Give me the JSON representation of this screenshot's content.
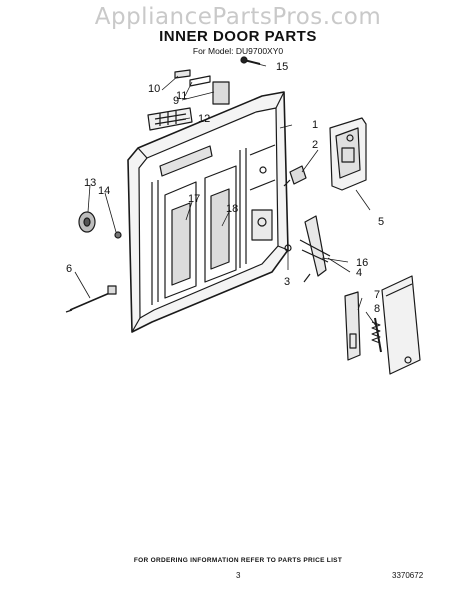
{
  "watermark": "AppliancePartsPros.com",
  "title": "INNER DOOR PARTS",
  "subtitle": "For Model: DU9700XY0",
  "callouts": [
    "1",
    "2",
    "3",
    "4",
    "5",
    "6",
    "7",
    "8",
    "9",
    "10",
    "11",
    "12",
    "13",
    "14",
    "15",
    "16",
    "17",
    "18"
  ],
  "footer": "FOR ORDERING INFORMATION REFER TO PARTS PRICE LIST",
  "page_number": "3",
  "doc_number": "3370672"
}
